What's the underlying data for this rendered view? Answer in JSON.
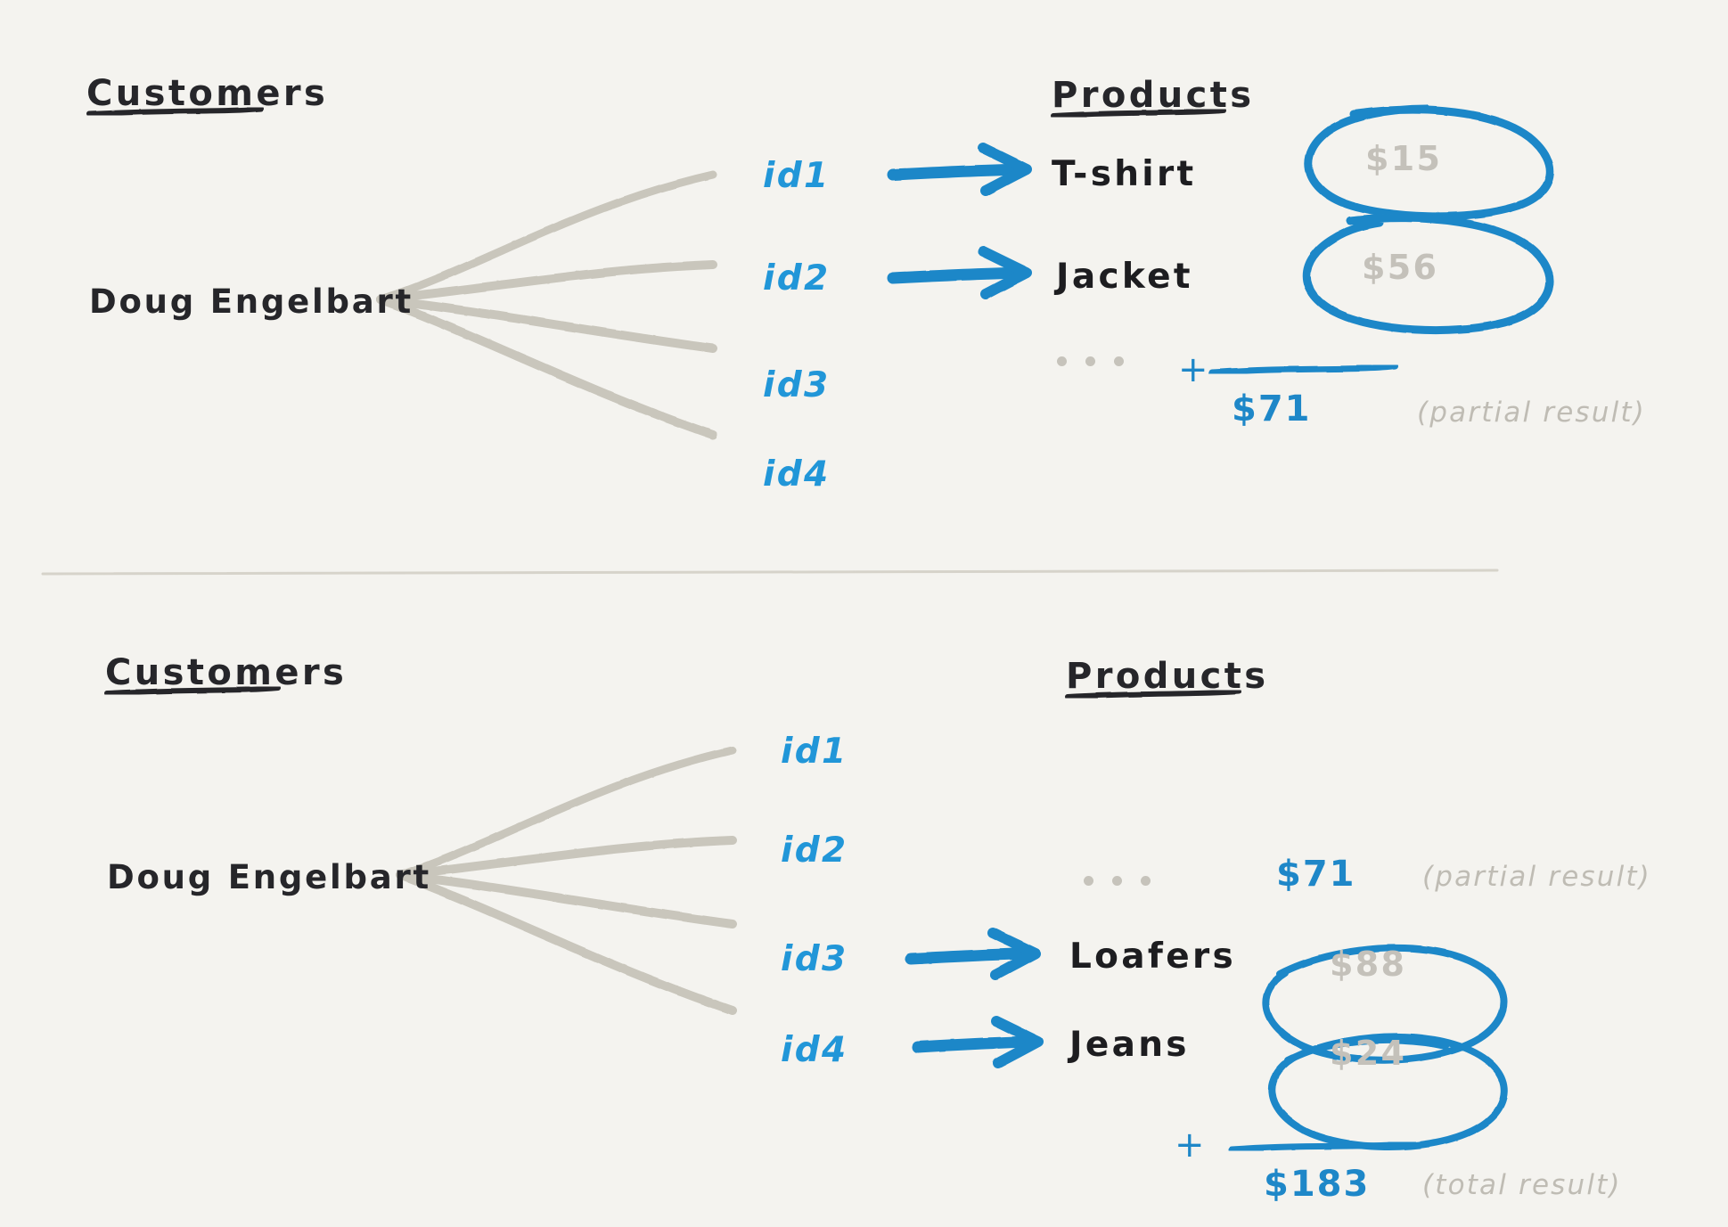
{
  "canvas": {
    "background": "#f4f3ef",
    "accent_blue": "#1e87c8",
    "line_gray": "#c9c6bc",
    "price_gray": "#c4c1ba",
    "ink": "#26262a"
  },
  "panels": [
    {
      "id": "top",
      "customers_heading": "Customers",
      "products_heading": "Products",
      "customer_name": "Doug Engelbart",
      "ids": [
        "id1",
        "id2",
        "id3",
        "id4"
      ],
      "rows": [
        {
          "id": "id1",
          "arrow": true,
          "product": "T-shirt",
          "price": "$15",
          "circled": true
        },
        {
          "id": "id2",
          "arrow": true,
          "product": "Jacket",
          "price": "$56",
          "circled": true
        },
        {
          "id": "id3",
          "arrow": false,
          "product": "",
          "price": "",
          "circled": false
        },
        {
          "id": "id4",
          "arrow": false,
          "product": "",
          "price": "",
          "circled": false
        }
      ],
      "ellipsis": "...",
      "plus_sign": "+",
      "sum_value": "$71",
      "sum_note": "(partial result)"
    },
    {
      "id": "bottom",
      "customers_heading": "Customers",
      "products_heading": "Products",
      "customer_name": "Doug Engelbart",
      "ids": [
        "id1",
        "id2",
        "id3",
        "id4"
      ],
      "rows": [
        {
          "id": "id1",
          "arrow": false,
          "product": "",
          "price": "",
          "circled": false
        },
        {
          "id": "id2",
          "arrow": false,
          "product": "",
          "price": "",
          "circled": false
        },
        {
          "id": "id3",
          "arrow": true,
          "product": "Loafers",
          "price": "$88",
          "circled": true
        },
        {
          "id": "id4",
          "arrow": true,
          "product": "Jeans",
          "price": "$24",
          "circled": true
        }
      ],
      "ellipsis": "...",
      "carried_value": "$71",
      "carried_note": "(partial result)",
      "plus_sign": "+",
      "sum_value": "$183",
      "sum_note": "(total result)"
    }
  ]
}
